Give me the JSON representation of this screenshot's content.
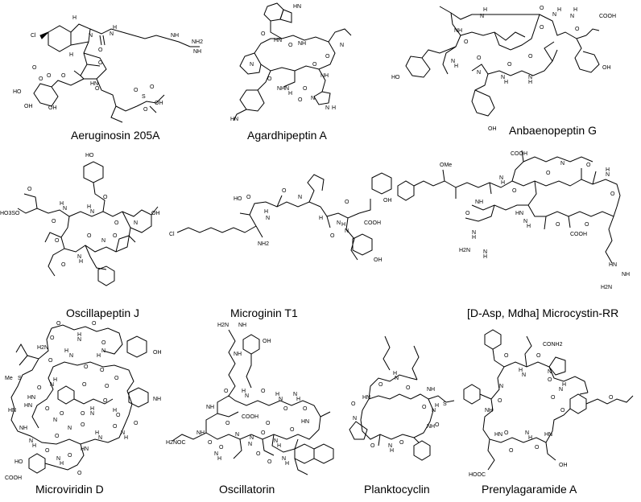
{
  "figure": {
    "molecules": [
      {
        "name": "Aeruginosin 205A",
        "atoms": [
          "Cl",
          "H",
          "H",
          "N",
          "O",
          "H",
          "N",
          "NH",
          "NH2",
          "NH",
          "O",
          "O",
          "HN",
          "O",
          "O",
          "O",
          "HO",
          "O",
          "OH",
          "OH",
          "O",
          "S",
          "O",
          "OH",
          "O"
        ]
      },
      {
        "name": "Agardhipeptin A",
        "atoms": [
          "HN",
          "O",
          "O",
          "HN",
          "NH",
          "N",
          "O",
          "N",
          "NH",
          "O",
          "O",
          "NH",
          "N",
          "H",
          "O",
          "N",
          "N",
          "H",
          "O",
          "HN"
        ]
      },
      {
        "name": "Anbaenopeptin G",
        "atoms": [
          "N",
          "H",
          "O",
          "O",
          "N",
          "H",
          "N",
          "H",
          "COOH",
          "NH",
          "O",
          "O",
          "N",
          "H",
          "HO",
          "OH",
          "N",
          "O",
          "N",
          "H",
          "O",
          "H",
          "N",
          "O",
          "OH"
        ]
      },
      {
        "name": "Oscillapeptin J",
        "atoms": [
          "HO",
          "O",
          "HO3SO",
          "O",
          "H",
          "N",
          "O",
          "H",
          "N",
          "O",
          "N",
          "OH",
          "O",
          "N",
          "O",
          "N",
          "H",
          "O",
          "O"
        ]
      },
      {
        "name": "Microginin T1",
        "atoms": [
          "HO",
          "O",
          "H",
          "N",
          "O",
          "N",
          "H",
          "O",
          "N",
          "O",
          "H",
          "N",
          "COOH",
          "OH",
          "Cl",
          "NH2",
          "OH"
        ]
      },
      {
        "name": "[D-Asp, Mdha] Microcystin-RR",
        "atoms": [
          "COOH",
          "N",
          "O",
          "O",
          "H",
          "N",
          "O",
          "N",
          "H",
          "OMe",
          "O",
          "HN",
          "NH",
          "O",
          "H2N",
          "N",
          "H",
          "N",
          "H",
          "N",
          "H",
          "O",
          "COOH",
          "O",
          "HN",
          "NH",
          "H2N"
        ]
      },
      {
        "name": "Microviridin D",
        "atoms": [
          "O",
          "O",
          "H",
          "N",
          "O",
          "O",
          "H2N",
          "N",
          "H",
          "H",
          "N",
          "O",
          "Me",
          "S",
          "O",
          "HN",
          "O",
          "N",
          "H",
          "O",
          "O",
          "O",
          "O",
          "HN",
          "NH",
          "HN",
          "O",
          "O",
          "O",
          "N",
          "H",
          "N",
          "H",
          "O",
          "O",
          "NH",
          "N",
          "O",
          "O",
          "H",
          "N",
          "O",
          "N",
          "H",
          "O",
          "N",
          "H",
          "HN",
          "O",
          "O",
          "N",
          "H",
          "O",
          "COOH",
          "OH",
          "HO"
        ]
      },
      {
        "name": "Oscillatorin",
        "atoms": [
          "H2N",
          "NH",
          "NH",
          "OH",
          "H",
          "N",
          "O",
          "O",
          "H",
          "N",
          "N",
          "H",
          "O",
          "O",
          "NH",
          "HN",
          "O",
          "O",
          "COOH",
          "H2NOC",
          "NH",
          "O",
          "O",
          "N",
          "H",
          "N",
          "O",
          "O",
          "N",
          "H",
          "O",
          "N",
          "O",
          "N",
          "H",
          "N"
        ]
      },
      {
        "name": "Planktocyclin",
        "atoms": [
          "H",
          "N",
          "O",
          "O",
          "HN",
          "O",
          "NH",
          "N",
          "O",
          "H",
          "N",
          "S",
          "O",
          "N",
          "H",
          "O",
          "NH",
          "O"
        ]
      },
      {
        "name": "Prenylagaramide A",
        "atoms": [
          "CONH2",
          "O",
          "H",
          "N",
          "O",
          "N",
          "O",
          "N",
          "O",
          "H",
          "N",
          "O",
          "NH",
          "O",
          "O",
          "HN",
          "O",
          "N",
          "H",
          "O",
          "HOOC",
          "HN",
          "O",
          "OH"
        ]
      }
    ]
  }
}
